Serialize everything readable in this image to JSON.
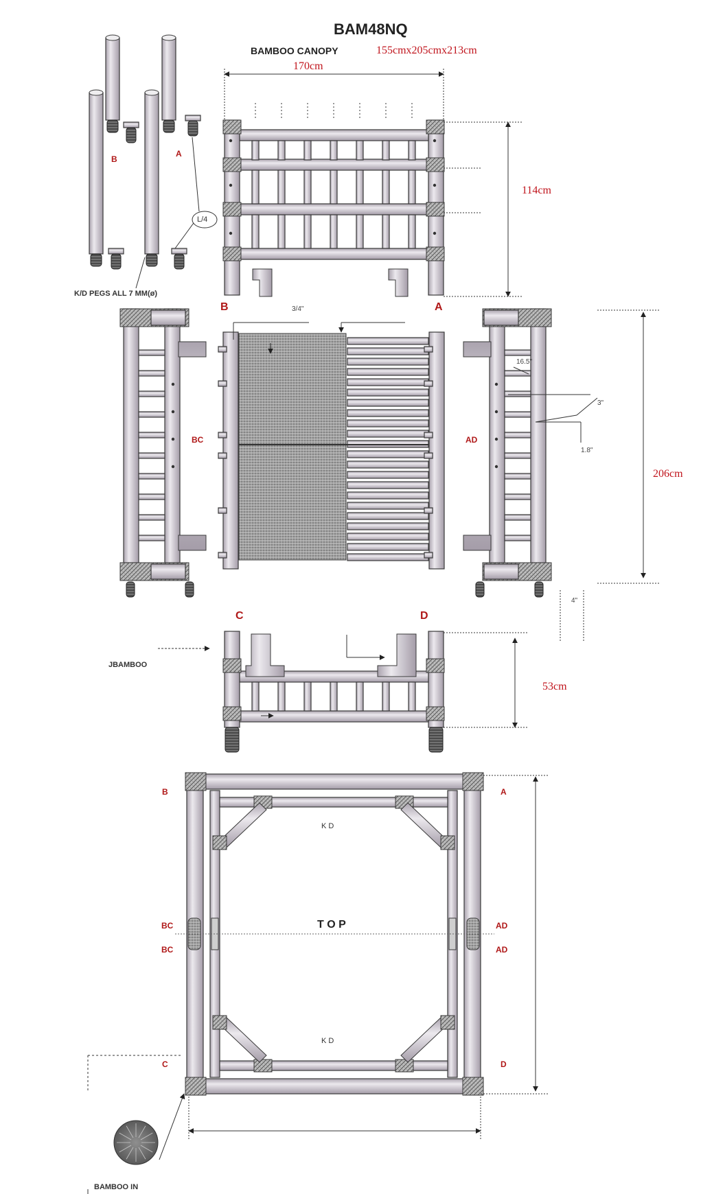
{
  "title": "BAM48NQ",
  "subtitle": "BAMBOO CANOPY",
  "size_spec": "155cmx205cmx213cm",
  "dimensions": {
    "width_top": "170cm",
    "front_height": "114cm",
    "side_length": "206cm",
    "bottom_height": "53cm"
  },
  "labels": {
    "pegs_note": "K/D PEGS ALL  7 MM(ø)",
    "bolt_note": "L/4",
    "mesh_note": "3/4\"",
    "bamboo_label": "JBAMBOO",
    "bamboo_in": "BAMBOO IN",
    "top_label": "T O P",
    "kd_top": "K D",
    "kd_bottom": "K D",
    "measure_3": "3\"",
    "measure_1_8": "1.8\"",
    "measure_16": "16.5\"",
    "measure_4": "4\""
  },
  "part_letters": {
    "leg_b": "B",
    "leg_a": "A",
    "side_b": "B",
    "side_a": "A",
    "panel_bc": "BC",
    "panel_ad": "AD",
    "front_c": "C",
    "front_d": "D",
    "top_b": "B",
    "top_a": "A",
    "top_bc_1": "BC",
    "top_bc_2": "BC",
    "top_ad_1": "AD",
    "top_ad_2": "AD",
    "top_c": "C",
    "top_d": "D"
  },
  "colors": {
    "line": "#3a3a3a",
    "pole_fill": "#dcd8df",
    "pole_shade": "#b7b1bb",
    "red": "#c0141c",
    "weave": "#7d7d7d"
  }
}
